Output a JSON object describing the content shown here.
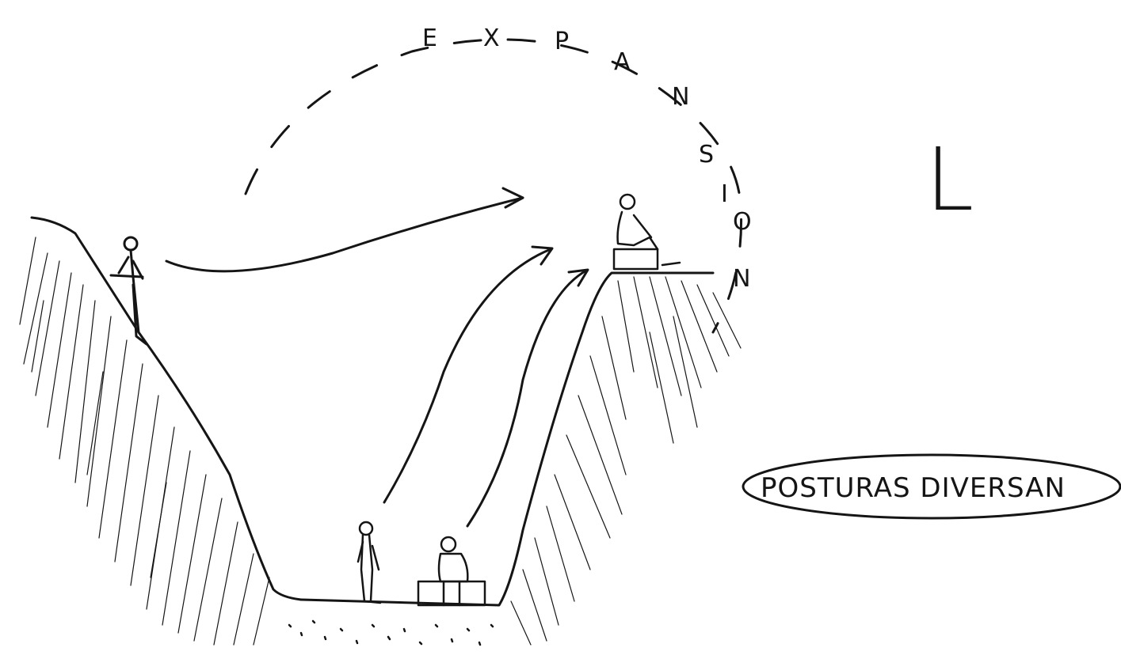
{
  "sketch": {
    "arc_letters": [
      "E",
      "X",
      "P",
      "A",
      "N",
      "S",
      "I",
      "O",
      "N"
    ],
    "bubble_label": "POSTURAS DIVERSAN",
    "corner_mark": "L",
    "ink_color": "#151515",
    "background_color": "#ffffff"
  }
}
